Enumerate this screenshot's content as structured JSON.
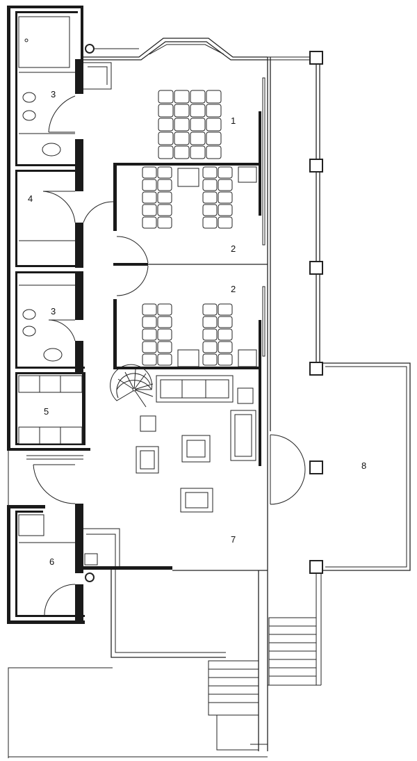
{
  "rooms": [
    {
      "id": "room-1",
      "label": "1"
    },
    {
      "id": "room-2a",
      "label": "2"
    },
    {
      "id": "room-2b",
      "label": "2"
    },
    {
      "id": "room-3a",
      "label": "3"
    },
    {
      "id": "room-3b",
      "label": "3"
    },
    {
      "id": "room-4",
      "label": "4"
    },
    {
      "id": "room-5",
      "label": "5"
    },
    {
      "id": "room-6",
      "label": "6"
    },
    {
      "id": "room-7",
      "label": "7"
    },
    {
      "id": "room-8",
      "label": "8"
    }
  ],
  "colors": {
    "line": "#111111",
    "background": "#ffffff"
  }
}
